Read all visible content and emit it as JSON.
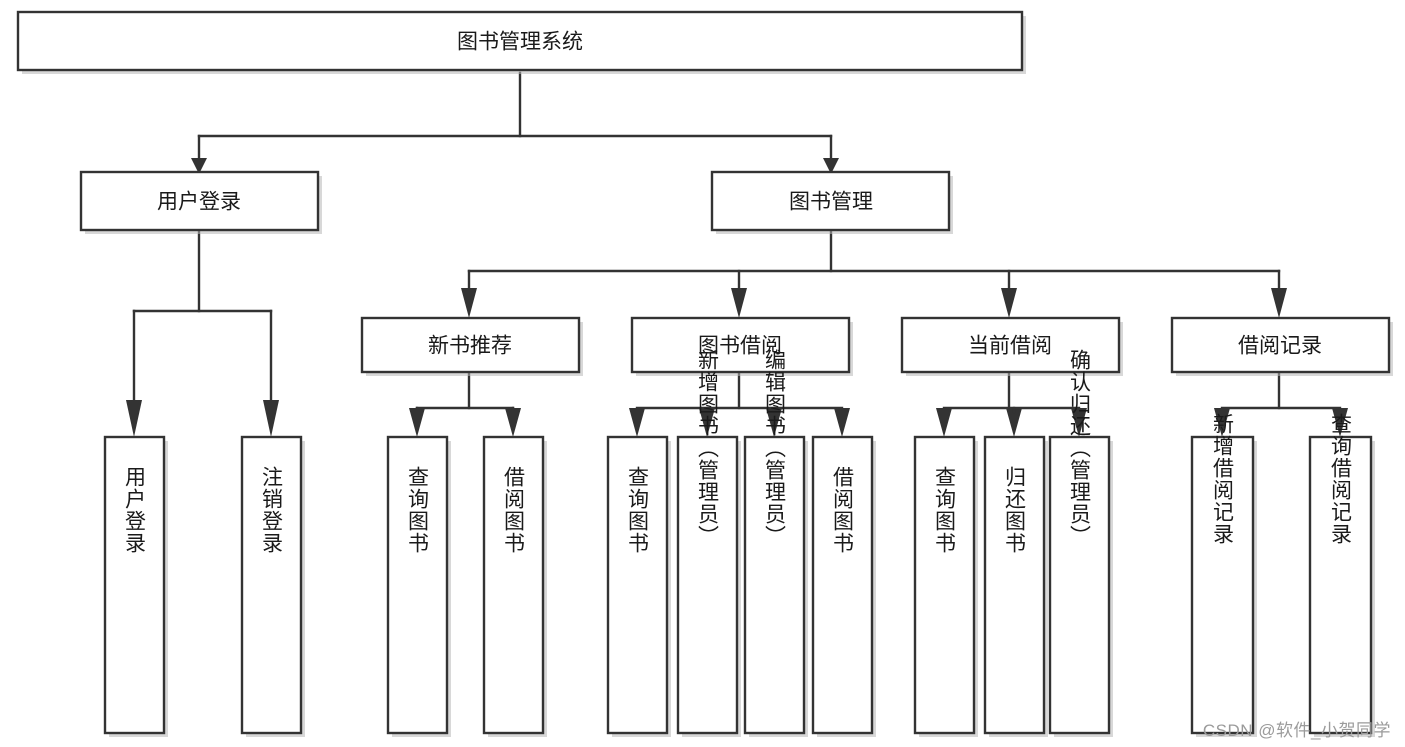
{
  "diagram": {
    "type": "hierarchy-tree",
    "root": {
      "id": "root",
      "label": "图书管理系统",
      "orientation": "horizontal"
    },
    "level2": [
      {
        "id": "user-login",
        "label": "用户登录",
        "orientation": "horizontal"
      },
      {
        "id": "book-management",
        "label": "图书管理",
        "orientation": "horizontal"
      }
    ],
    "level3": [
      {
        "id": "new-book-recommend",
        "label": "新书推荐",
        "parent": "book-management",
        "orientation": "horizontal"
      },
      {
        "id": "book-borrow",
        "label": "图书借阅",
        "parent": "book-management",
        "orientation": "horizontal"
      },
      {
        "id": "current-borrow",
        "label": "当前借阅",
        "parent": "book-management",
        "orientation": "horizontal"
      },
      {
        "id": "borrow-record",
        "label": "借阅记录",
        "parent": "book-management",
        "orientation": "horizontal"
      }
    ],
    "leaves": [
      {
        "id": "leaf-user-login",
        "label": "用户登录",
        "parent": "user-login",
        "orientation": "vertical"
      },
      {
        "id": "leaf-logout-login",
        "label": "注销登录",
        "parent": "user-login",
        "orientation": "vertical"
      },
      {
        "id": "leaf-query-book-1",
        "label": "查询图书",
        "parent": "new-book-recommend",
        "orientation": "vertical"
      },
      {
        "id": "leaf-borrow-book-1",
        "label": "借阅图书",
        "parent": "new-book-recommend",
        "orientation": "vertical"
      },
      {
        "id": "leaf-query-book-2",
        "label": "查询图书",
        "parent": "book-borrow",
        "orientation": "vertical"
      },
      {
        "id": "leaf-add-book-admin",
        "label": "新增图书（管理员）",
        "parent": "book-borrow",
        "orientation": "vertical"
      },
      {
        "id": "leaf-edit-book-admin",
        "label": "编辑图书（管理员）",
        "parent": "book-borrow",
        "orientation": "vertical"
      },
      {
        "id": "leaf-borrow-book-2",
        "label": "借阅图书",
        "parent": "book-borrow",
        "orientation": "vertical"
      },
      {
        "id": "leaf-query-book-3",
        "label": "查询图书",
        "parent": "current-borrow",
        "orientation": "vertical"
      },
      {
        "id": "leaf-return-book",
        "label": "归还图书",
        "parent": "current-borrow",
        "orientation": "vertical"
      },
      {
        "id": "leaf-confirm-return-admin",
        "label": "确认归还（管理员）",
        "parent": "current-borrow",
        "orientation": "vertical"
      },
      {
        "id": "leaf-add-borrow-record",
        "label": "新增借阅记录",
        "parent": "borrow-record",
        "orientation": "vertical"
      },
      {
        "id": "leaf-query-borrow-record",
        "label": "查询借阅记录",
        "parent": "borrow-record",
        "orientation": "vertical"
      }
    ],
    "colors": {
      "stroke": "#333333",
      "fill": "#ffffff",
      "text": "#1a1a1a",
      "shadow": "#b8b8b8",
      "watermark": "#9b9b9b"
    }
  },
  "watermark": {
    "text": "CSDN @软件_小贺同学"
  }
}
